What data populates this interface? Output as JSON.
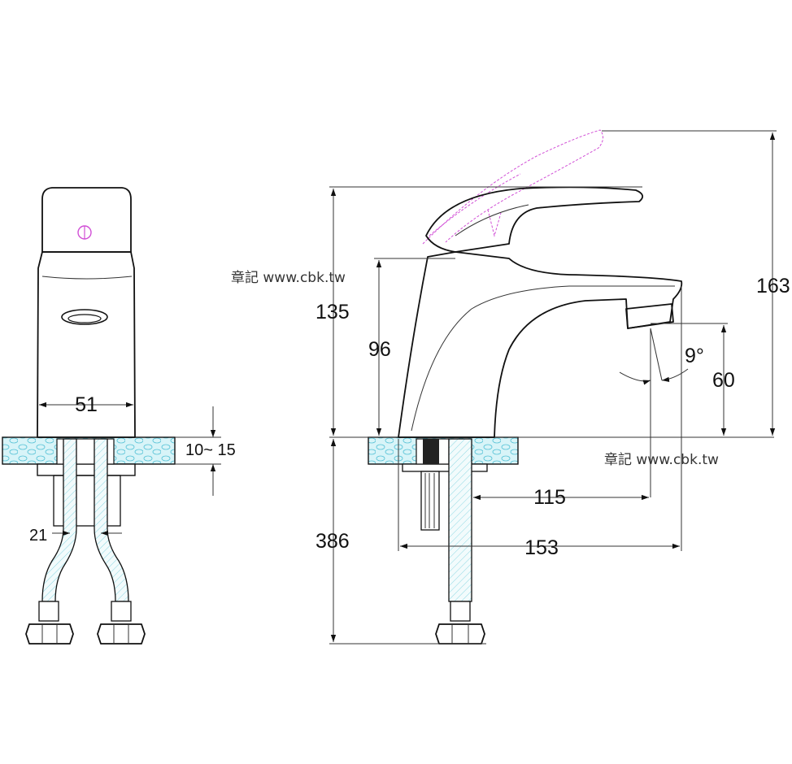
{
  "dimensions": {
    "base_width": "51",
    "counter_thickness": "10~ 15",
    "hose_spacing": "21",
    "spout_height": "135",
    "outlet_height": "96",
    "total_height": "163",
    "aerator_height": "60",
    "tilt_angle": "9°",
    "spout_reach": "115",
    "total_reach": "153",
    "hose_length": "386"
  },
  "watermark": {
    "text_a": "章記 www.cbk.tw",
    "text_b": "章記 www.cbk.tw"
  },
  "colors": {
    "counter_fill": "#d8f4f8",
    "counter_pattern": "#55c2d6",
    "hose_hatch": "#7fd3e0",
    "lever_alt_position": "#d14fd6"
  }
}
